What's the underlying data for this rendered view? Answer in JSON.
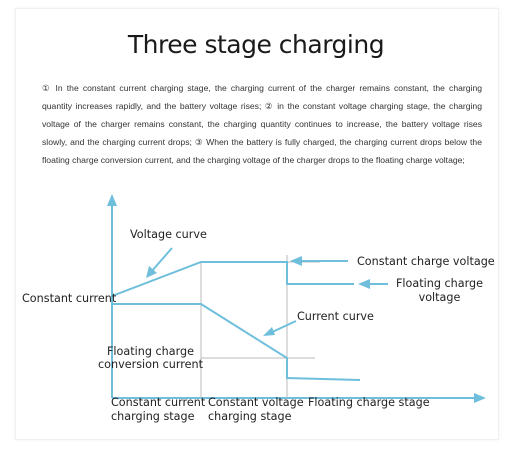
{
  "title": "Three stage charging",
  "description": "① In the constant current charging stage, the charging current of the charger remains constant, the charging quantity increases rapidly, and the battery voltage rises; ② in the constant voltage charging stage, the charging voltage of the charger remains constant, the charging quantity continues to increase, the battery voltage rises slowly, and the charging current drops; ③ When the battery is fully charged, the charging current drops below the floating charge conversion current, and the charging voltage of the charger drops to the floating charge voltage;",
  "diagram": {
    "line_color": "#6fbfdc",
    "guide_color": "#bbbbbb",
    "labels": {
      "voltage_curve": "Voltage curve",
      "constant_current": "Constant current",
      "current_curve": "Current curve",
      "floating_charge_conversion_current_line1": "Floating charge",
      "floating_charge_conversion_current_line2": "conversion current",
      "constant_charge_voltage": "Constant charge voltage",
      "floating_charge_voltage_line1": "Floating charge",
      "floating_charge_voltage_line2": "voltage",
      "stage1_line1": "Constant current",
      "stage1_line2": "charging stage",
      "stage2_line1": "Constant voltage",
      "stage2_line2": "charging stage",
      "stage3": "Floating charge stage"
    }
  }
}
